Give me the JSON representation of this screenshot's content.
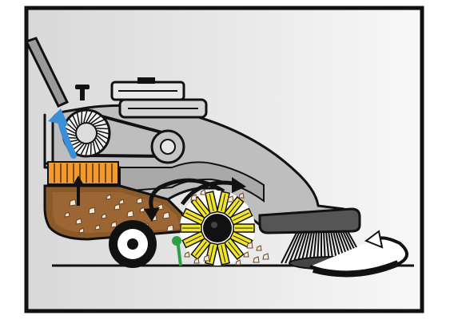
{
  "diagram": {
    "components": [
      "handle",
      "engine",
      "drive-belt",
      "fan-impeller",
      "air-filter",
      "debris-hopper",
      "main-roller-brush",
      "side-brush",
      "wheel",
      "flap"
    ],
    "flows": [
      "dust-air-flow",
      "debris-flow",
      "main-brush-rotation",
      "side-brush-rotation"
    ],
    "colors": {
      "body": "#bebebe",
      "hopper": "#8b5a2b",
      "filter": "#f29b2e",
      "air_arrow": "#3a8fd6",
      "brush_bristles": "#f1e52a",
      "flap": "#2ea043",
      "side_brush_cover": "#555555",
      "frame": "#111111",
      "background_gradient": [
        "#dcdcdc",
        "#f7f7f7"
      ]
    }
  }
}
